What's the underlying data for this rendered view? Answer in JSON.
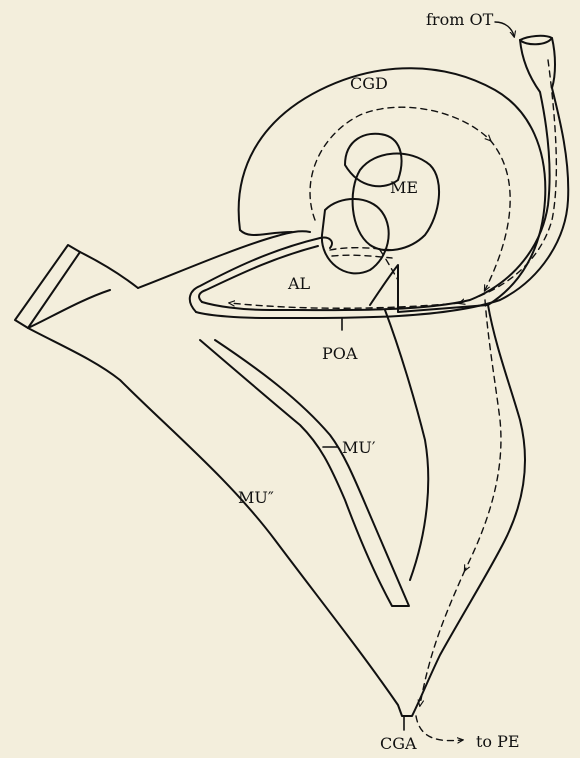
{
  "labels": {
    "from_ot": "from OT",
    "cgd": "CGD",
    "me": "ME",
    "al": "AL",
    "poa": "POA",
    "mu_prime": "MU′",
    "mu_double_prime": "MU″",
    "cga": "CGA",
    "to_pe": "to PE"
  },
  "colors": {
    "background": "#f3eedc",
    "ink": "#111111"
  }
}
